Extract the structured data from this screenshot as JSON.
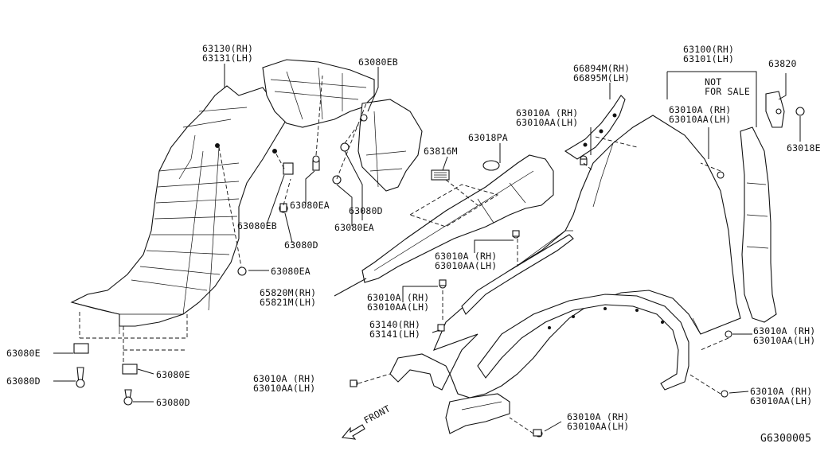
{
  "labels": {
    "l63130": "63130(RH)",
    "l63131": "63131(LH)",
    "l63080EB_top": "63080EB",
    "l66894M": "66894M(RH)",
    "l66895M": "66895M(LH)",
    "l63100": "63100(RH)",
    "l63101": "63101(LH)",
    "l63820": "63820",
    "not_for_sale_1": "NOT",
    "not_for_sale_2": "FOR SALE",
    "l63010A_a": "63010A (RH)",
    "l63010AA_a": "63010AA(LH)",
    "l63010A_b": "63010A (RH)",
    "l63010AA_b": "63010AA(LH)",
    "l63018E": "63018E",
    "l63816M": "63816M",
    "l63018PA": "63018PA",
    "l63080EA_1": "63080EA",
    "l63080D_1": "63080D",
    "l63080EB_2": "63080EB",
    "l63080D_2": "63080D",
    "l63080EA_2": "63080EA",
    "l63080EA_3": "63080EA",
    "l63010A_c": "63010A (RH)",
    "l63010AA_c": "63010AA(LH)",
    "l65820M": "65820M(RH)",
    "l65821M": "65821M(LH)",
    "l63010A_d": "63010A (RH)",
    "l63010AA_d": "63010AA(LH)",
    "l63140": "63140(RH)",
    "l63141": "63141(LH)",
    "l63080E_1": "63080E",
    "l63080D_3": "63080D",
    "l63080E_2": "63080E",
    "l63080D_4": "63080D",
    "l63010A_e": "63010A (RH)",
    "l63010AA_e": "63010AA(LH)",
    "l63010A_f": "63010A (RH)",
    "l63010AA_f": "63010AA(LH)",
    "l63010A_g": "63010A (RH)",
    "l63010AA_g": "63010AA(LH)",
    "l63010A_h": "63010A (RH)",
    "l63010AA_h": "63010AA(LH)",
    "front": "FRONT",
    "diagram_code": "G6300005"
  }
}
